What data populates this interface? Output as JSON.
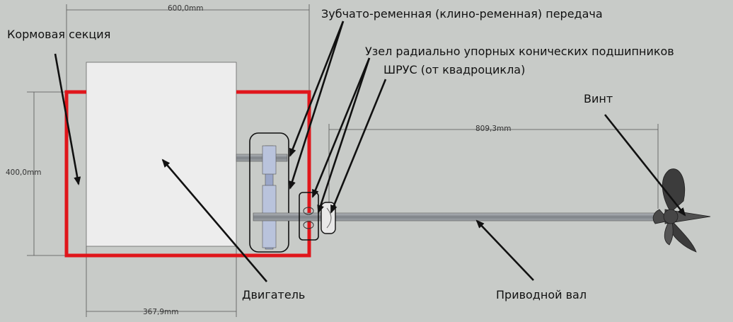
{
  "labels": {
    "stern_section": "Кормовая секция",
    "belt_drive": "Зубчато-ременная (клино-ременная) передача",
    "bearing_unit": "Узел радиально упорных конических подшипников",
    "cv_joint": "ШРУС  (от квадроцикла)",
    "propeller": "Винт",
    "engine": "Двигатель",
    "drive_shaft": "Приводной вал"
  },
  "dimensions": {
    "top_width": "600,0mm",
    "left_height": "400,0mm",
    "shaft_length": "809,3mm",
    "engine_width": "367,9mm"
  },
  "colors": {
    "background": "#c8cbc8",
    "frame": "#e0161b",
    "engine_fill": "#ededed",
    "outline": "#111111",
    "shaft": "#8a8f94",
    "propeller": "#3a3a3a"
  }
}
